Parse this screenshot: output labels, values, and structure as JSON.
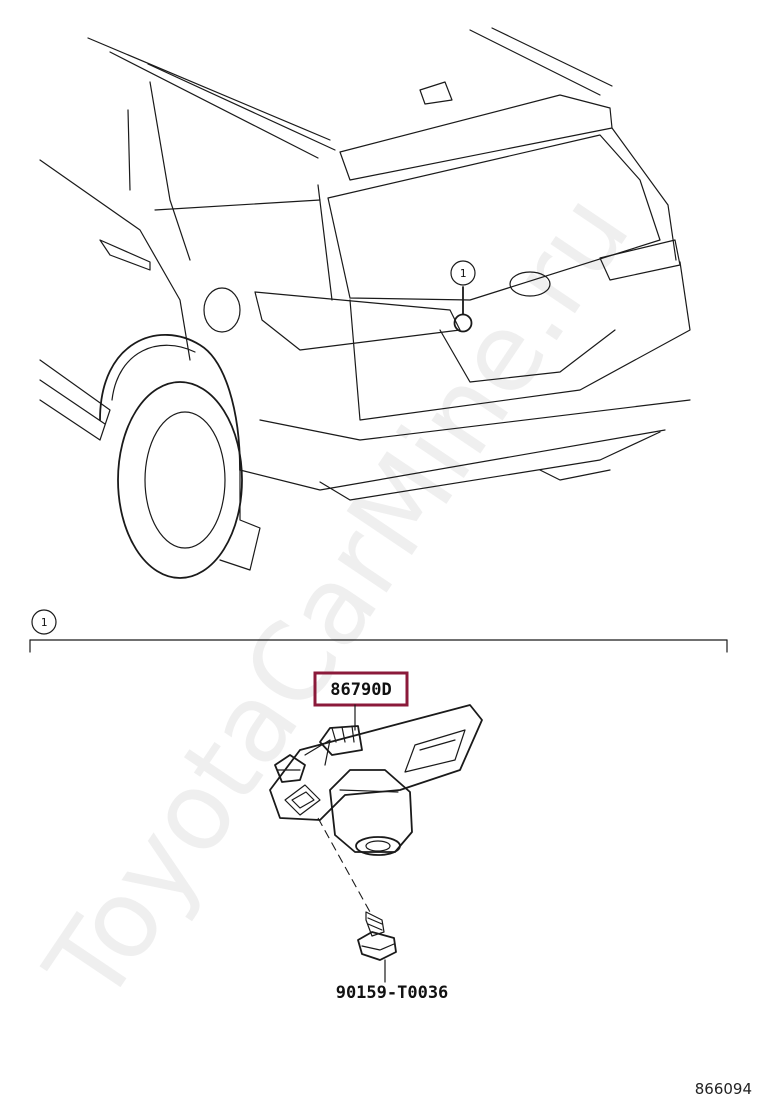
{
  "watermark": "ToyotaCarMine.ru",
  "callout": {
    "number": "1"
  },
  "section": {
    "number": "1"
  },
  "parts": {
    "camera_part_no": "86790D",
    "screw_part_no": "90159-T0036"
  },
  "highlight_color": "#8b1a3a",
  "illustration_id": "866094"
}
